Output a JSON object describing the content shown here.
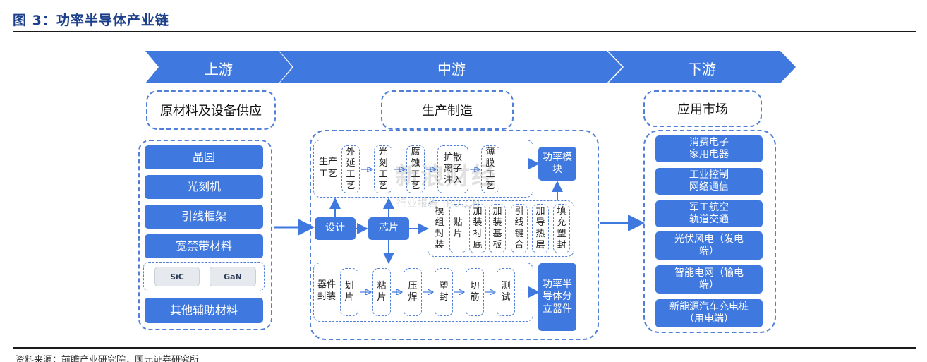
{
  "figure": {
    "title": "图 3：功率半导体产业链",
    "source": "资料来源：前瞻产业研究院，国元证券研究所"
  },
  "stages": {
    "upstream": "上游",
    "midstream": "中游",
    "downstream": "下游"
  },
  "upstream": {
    "header": "原材料及设备供应",
    "items": [
      "晶圆",
      "光刻机",
      "引线框架",
      "宽禁带材料"
    ],
    "sub_items": [
      "SiC",
      "GaN"
    ],
    "last_item": "其他辅助材料"
  },
  "midstream": {
    "header": "生产制造",
    "process_label": "生产工艺",
    "process_steps": [
      "外延工艺",
      "光刻工艺",
      "腐蚀工艺",
      "扩散离子注入",
      "薄膜工艺"
    ],
    "design": "设计",
    "chip": "芯片",
    "module_steps": [
      "模组封装",
      "贴片",
      "加装衬底",
      "加装基板",
      "引线键合",
      "加导热层",
      "填充塑封"
    ],
    "package_label": "器件封装",
    "package_steps": [
      "划片",
      "粘片",
      "压焊",
      "塑封",
      "切筋",
      "测试"
    ],
    "module_output": "功率模块",
    "discrete_output": "功率半导体分立器件"
  },
  "downstream": {
    "header": "应用市场",
    "items": [
      "消费电子\n家用电器",
      "工业控制\n网络通信",
      "军工航空\n轨道交通",
      "光伏风电（发电\n端）",
      "智能电网（输电\n端）",
      "新能源汽车充电桩\n（用电端）"
    ]
  },
  "watermark": {
    "main": "新浪财经",
    "sub": "行业报告 IPO.CN"
  },
  "colors": {
    "chevron": "#3f79e0",
    "box": "#3f79e0",
    "dash": "#4f7fd6",
    "title": "#1b3f8a"
  }
}
